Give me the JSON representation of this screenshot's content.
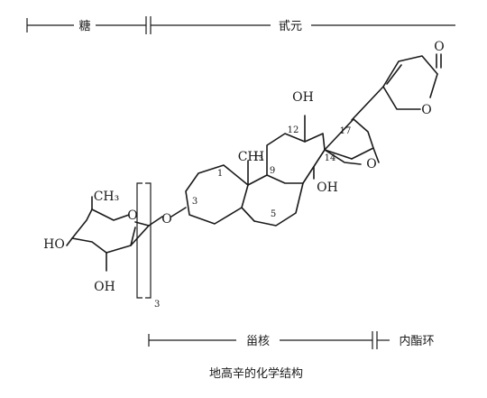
{
  "labels": {
    "sugar": "糖",
    "aglycone": "甙元",
    "steroid_core": "甾核",
    "lactone_ring": "内酯环"
  },
  "atoms": {
    "oh_top": "OH",
    "carbonyl_o": "O",
    "lactone_o": "O",
    "epoxy_o": "O",
    "oh_14": "OH",
    "methyl": "CH₃",
    "ch3_sugar": "CH₃",
    "sugar_ring_o": "O",
    "glycosidic_o": "O",
    "ho_left": "HO",
    "oh_bottom": "OH",
    "h_18": "H"
  },
  "numbers": {
    "c1": "1",
    "c3": "3",
    "c5": "5",
    "c9": "9",
    "c12": "12",
    "c14": "14",
    "c17": "17",
    "repeat": "3"
  },
  "caption": "地高辛的化学结构"
}
